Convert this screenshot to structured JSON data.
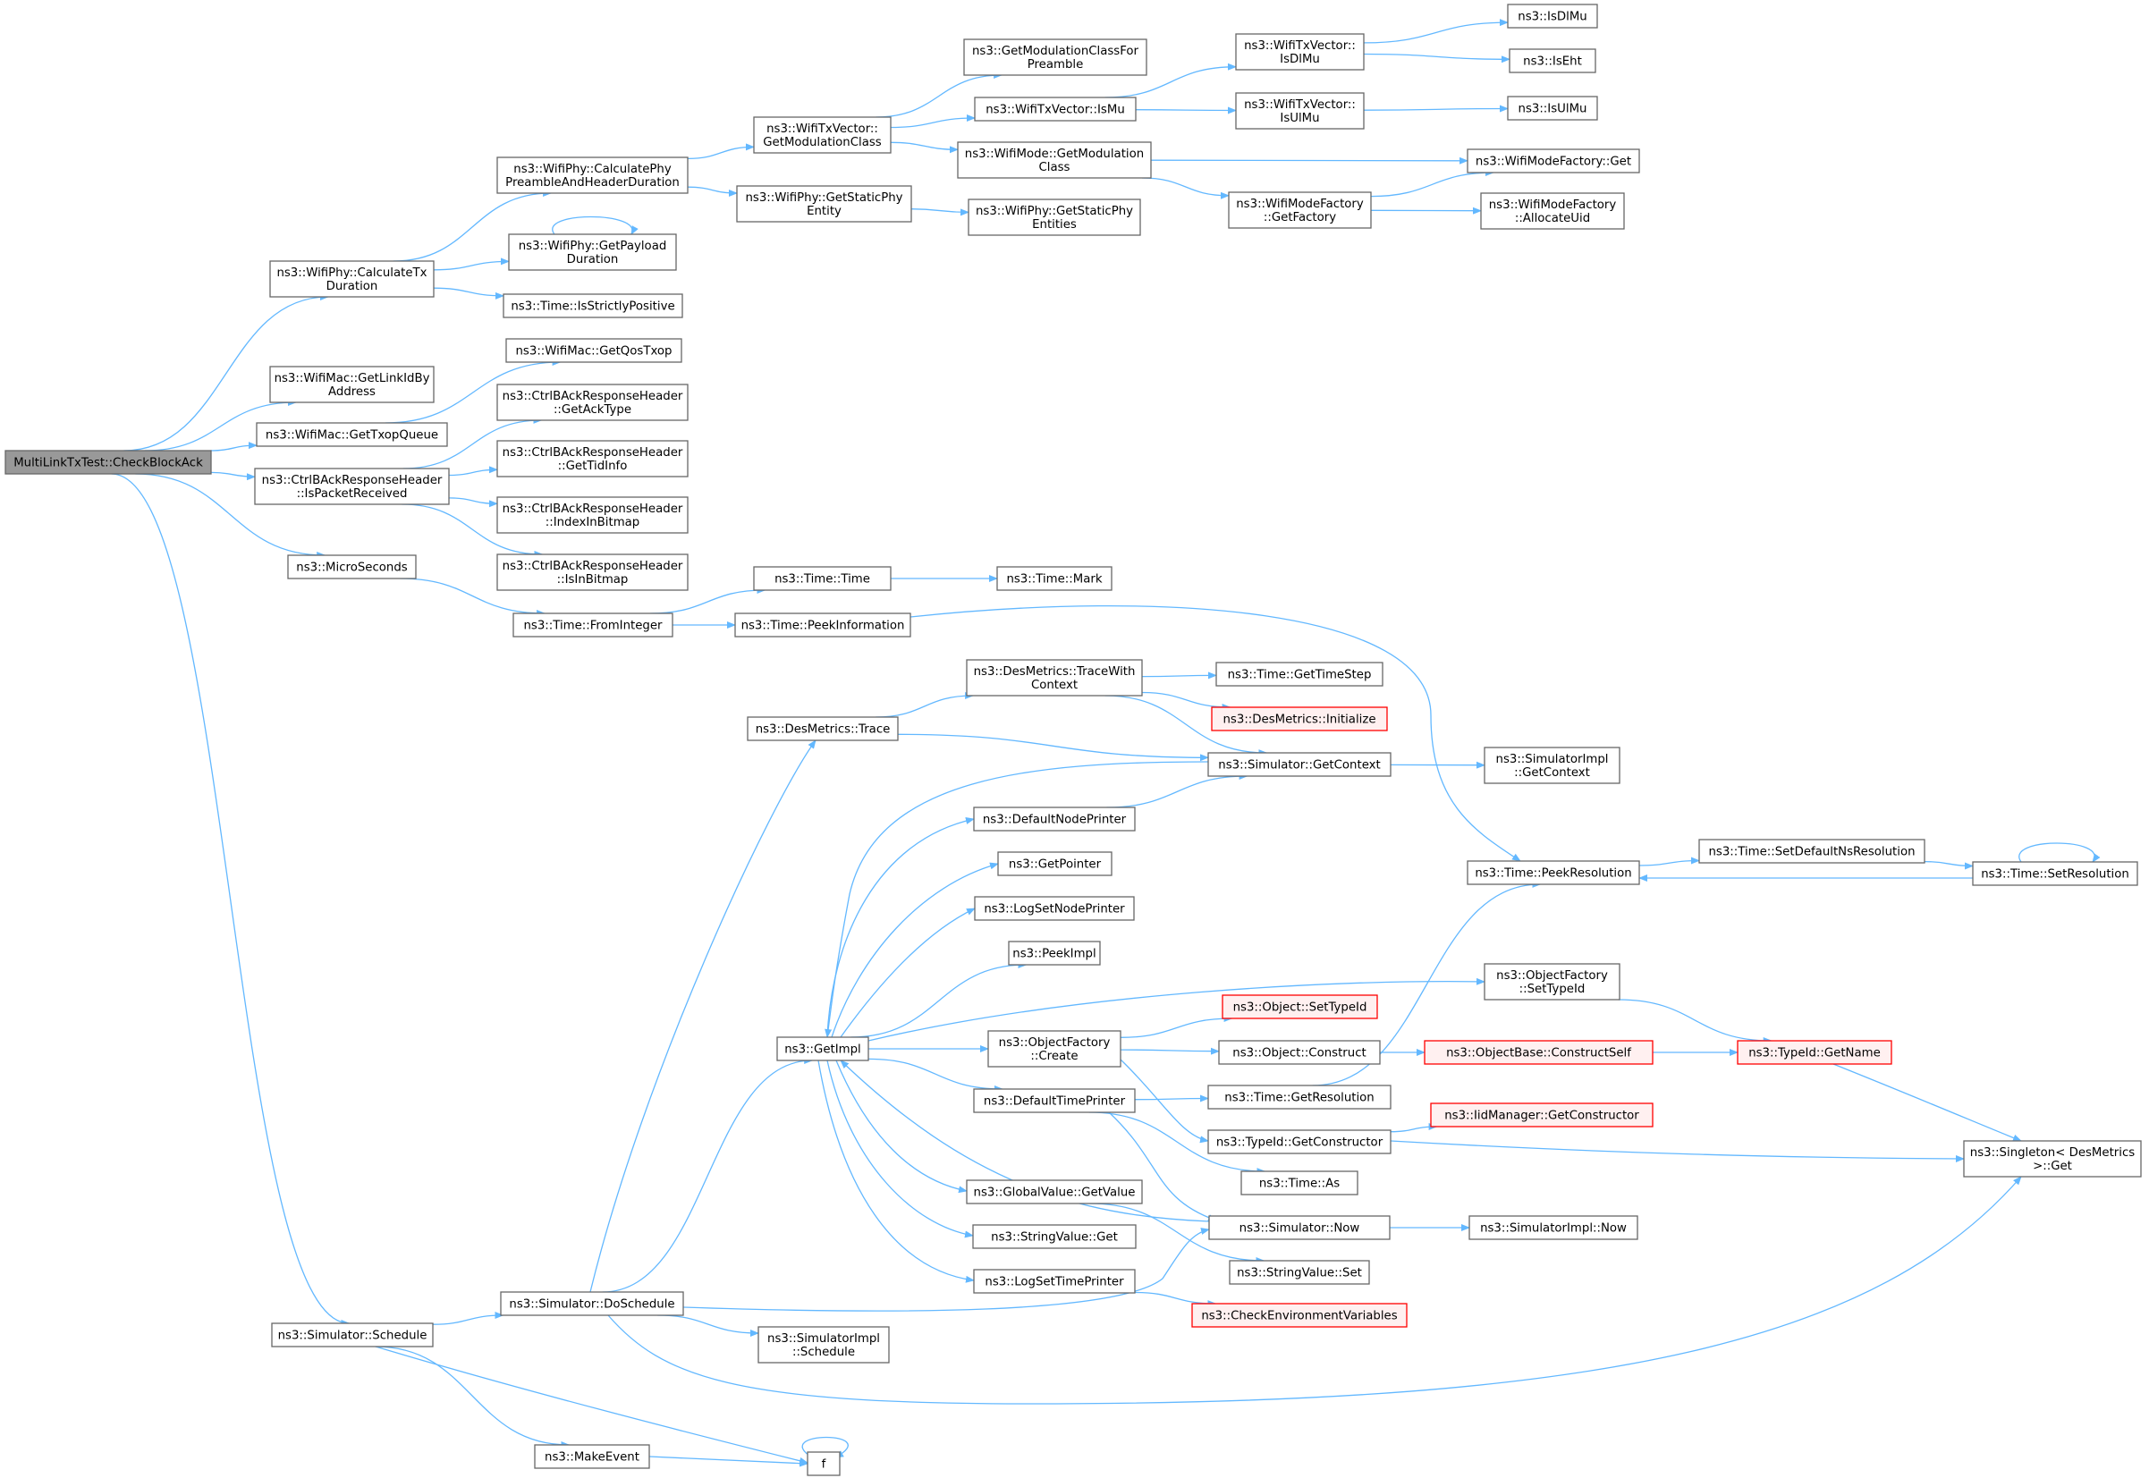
{
  "graph": {
    "colors": {
      "edge": "#63b8ff",
      "node_border": "#666666",
      "node_fill": "#ffffff",
      "root_fill": "#999999",
      "truncated_border": "#ff0000",
      "truncated_fill": "#fff0f0",
      "text": "#000000"
    },
    "nodes": [
      {
        "id": "root",
        "lines": [
          "MultiLinkTxTest::CheckBlockAck"
        ],
        "kind": "root"
      },
      {
        "id": "calcTxDur",
        "lines": [
          "ns3::WifiPhy::CalculateTx",
          "Duration"
        ]
      },
      {
        "id": "getLinkId",
        "lines": [
          "ns3::WifiMac::GetLinkIdBy",
          "Address"
        ]
      },
      {
        "id": "getTxopQueue",
        "lines": [
          "ns3::WifiMac::GetTxopQueue"
        ]
      },
      {
        "id": "isPktRecv",
        "lines": [
          "ns3::CtrlBAckResponseHeader",
          "::IsPacketReceived"
        ]
      },
      {
        "id": "microSec",
        "lines": [
          "ns3::MicroSeconds"
        ]
      },
      {
        "id": "schedule",
        "lines": [
          "ns3::Simulator::Schedule"
        ]
      },
      {
        "id": "calcPhyPre",
        "lines": [
          "ns3::WifiPhy::CalculatePhy",
          "PreambleAndHeaderDuration"
        ]
      },
      {
        "id": "getPayload",
        "lines": [
          "ns3::WifiPhy::GetPayload",
          "Duration"
        ]
      },
      {
        "id": "isStrictPos",
        "lines": [
          "ns3::Time::IsStrictlyPositive"
        ]
      },
      {
        "id": "getQosTxop",
        "lines": [
          "ns3::WifiMac::GetQosTxop"
        ]
      },
      {
        "id": "getAckType",
        "lines": [
          "ns3::CtrlBAckResponseHeader",
          "::GetAckType"
        ]
      },
      {
        "id": "getTidInfo",
        "lines": [
          "ns3::CtrlBAckResponseHeader",
          "::GetTidInfo"
        ]
      },
      {
        "id": "indexInBitmap",
        "lines": [
          "ns3::CtrlBAckResponseHeader",
          "::IndexInBitmap"
        ]
      },
      {
        "id": "isInBitmap",
        "lines": [
          "ns3::CtrlBAckResponseHeader",
          "::IsInBitmap"
        ]
      },
      {
        "id": "fromInteger",
        "lines": [
          "ns3::Time::FromInteger"
        ]
      },
      {
        "id": "doSchedule",
        "lines": [
          "ns3::Simulator::DoSchedule"
        ]
      },
      {
        "id": "makeEvent",
        "lines": [
          "ns3::MakeEvent"
        ]
      },
      {
        "id": "f",
        "lines": [
          "f"
        ]
      },
      {
        "id": "getModClass",
        "lines": [
          "ns3::WifiTxVector::",
          "GetModulationClass"
        ]
      },
      {
        "id": "getStaticPhyEntity",
        "lines": [
          "ns3::WifiPhy::GetStaticPhy",
          "Entity"
        ]
      },
      {
        "id": "timeTime",
        "lines": [
          "ns3::Time::Time"
        ]
      },
      {
        "id": "peekInfo",
        "lines": [
          "ns3::Time::PeekInformation"
        ]
      },
      {
        "id": "desTrace",
        "lines": [
          "ns3::DesMetrics::Trace"
        ]
      },
      {
        "id": "getImpl",
        "lines": [
          "ns3::GetImpl"
        ]
      },
      {
        "id": "simImplSchedule",
        "lines": [
          "ns3::SimulatorImpl",
          "::Schedule"
        ]
      },
      {
        "id": "getModClassForPre",
        "lines": [
          "ns3::GetModulationClassFor",
          "Preamble"
        ]
      },
      {
        "id": "isMu",
        "lines": [
          "ns3::WifiTxVector::IsMu"
        ]
      },
      {
        "id": "wifiModeGetMod",
        "lines": [
          "ns3::WifiMode::GetModulation",
          "Class"
        ]
      },
      {
        "id": "getStaticPhyEntities",
        "lines": [
          "ns3::WifiPhy::GetStaticPhy",
          "Entities"
        ]
      },
      {
        "id": "timeMark",
        "lines": [
          "ns3::Time::Mark"
        ]
      },
      {
        "id": "traceWithCtx",
        "lines": [
          "ns3::DesMetrics::TraceWith",
          "Context"
        ]
      },
      {
        "id": "defNodePrinter",
        "lines": [
          "ns3::DefaultNodePrinter"
        ]
      },
      {
        "id": "getPointer",
        "lines": [
          "ns3::GetPointer"
        ]
      },
      {
        "id": "logSetNodePrinter",
        "lines": [
          "ns3::LogSetNodePrinter"
        ]
      },
      {
        "id": "peekImpl",
        "lines": [
          "ns3::PeekImpl"
        ]
      },
      {
        "id": "objFactoryCreate",
        "lines": [
          "ns3::ObjectFactory",
          "::Create"
        ]
      },
      {
        "id": "defTimePrinter",
        "lines": [
          "ns3::DefaultTimePrinter"
        ]
      },
      {
        "id": "globalValueGet",
        "lines": [
          "ns3::GlobalValue::GetValue"
        ]
      },
      {
        "id": "stringValueGet",
        "lines": [
          "ns3::StringValue::Get"
        ]
      },
      {
        "id": "logSetTimePrinter",
        "lines": [
          "ns3::LogSetTimePrinter"
        ]
      },
      {
        "id": "txvIsDlMu",
        "lines": [
          "ns3::WifiTxVector::",
          "IsDlMu"
        ]
      },
      {
        "id": "txvIsUlMu",
        "lines": [
          "ns3::WifiTxVector::",
          "IsUlMu"
        ]
      },
      {
        "id": "modeFactoryGetFactory",
        "lines": [
          "ns3::WifiModeFactory",
          "::GetFactory"
        ]
      },
      {
        "id": "timeGetTimeStep",
        "lines": [
          "ns3::Time::GetTimeStep"
        ]
      },
      {
        "id": "desInit",
        "lines": [
          "ns3::DesMetrics::Initialize"
        ],
        "kind": "truncated"
      },
      {
        "id": "simGetContext",
        "lines": [
          "ns3::Simulator::GetContext"
        ]
      },
      {
        "id": "objSetTypeId",
        "lines": [
          "ns3::Object::SetTypeId"
        ],
        "kind": "truncated"
      },
      {
        "id": "objConstruct",
        "lines": [
          "ns3::Object::Construct"
        ]
      },
      {
        "id": "timeGetRes",
        "lines": [
          "ns3::Time::GetResolution"
        ]
      },
      {
        "id": "typeIdGetCtor",
        "lines": [
          "ns3::TypeId::GetConstructor"
        ]
      },
      {
        "id": "timeAs",
        "lines": [
          "ns3::Time::As"
        ]
      },
      {
        "id": "simNow",
        "lines": [
          "ns3::Simulator::Now"
        ]
      },
      {
        "id": "stringValueSet",
        "lines": [
          "ns3::StringValue::Set"
        ]
      },
      {
        "id": "checkEnvVars",
        "lines": [
          "ns3::CheckEnvironmentVariables"
        ],
        "kind": "truncated"
      },
      {
        "id": "isDlMu",
        "lines": [
          "ns3::IsDlMu"
        ]
      },
      {
        "id": "isEht",
        "lines": [
          "ns3::IsEht"
        ]
      },
      {
        "id": "isUlMu",
        "lines": [
          "ns3::IsUlMu"
        ]
      },
      {
        "id": "modeFactoryGet",
        "lines": [
          "ns3::WifiModeFactory::Get"
        ]
      },
      {
        "id": "allocateUid",
        "lines": [
          "ns3::WifiModeFactory",
          "::AllocateUid"
        ]
      },
      {
        "id": "simImplGetContext",
        "lines": [
          "ns3::SimulatorImpl",
          "::GetContext"
        ]
      },
      {
        "id": "peekResolution",
        "lines": [
          "ns3::Time::PeekResolution"
        ]
      },
      {
        "id": "objFactorySetTypeId",
        "lines": [
          "ns3::ObjectFactory",
          "::SetTypeId"
        ]
      },
      {
        "id": "objBaseConstructSelf",
        "lines": [
          "ns3::ObjectBase::ConstructSelf"
        ],
        "kind": "truncated"
      },
      {
        "id": "iidMgrGetCtor",
        "lines": [
          "ns3::IidManager::GetConstructor"
        ],
        "kind": "truncated"
      },
      {
        "id": "simImplNow",
        "lines": [
          "ns3::SimulatorImpl::Now"
        ]
      },
      {
        "id": "setDefaultNsRes",
        "lines": [
          "ns3::Time::SetDefaultNsResolution"
        ]
      },
      {
        "id": "setResolution",
        "lines": [
          "ns3::Time::SetResolution"
        ]
      },
      {
        "id": "typeIdGetName",
        "lines": [
          "ns3::TypeId::GetName"
        ],
        "kind": "truncated"
      },
      {
        "id": "singletonGet",
        "lines": [
          "ns3::Singleton< DesMetrics",
          " >::Get"
        ]
      }
    ],
    "edges": [
      {
        "from": "root",
        "to": "calcTxDur"
      },
      {
        "from": "root",
        "to": "getLinkId"
      },
      {
        "from": "root",
        "to": "getTxopQueue"
      },
      {
        "from": "root",
        "to": "isPktRecv"
      },
      {
        "from": "root",
        "to": "microSec"
      },
      {
        "from": "root",
        "to": "schedule"
      },
      {
        "from": "calcTxDur",
        "to": "calcPhyPre"
      },
      {
        "from": "calcTxDur",
        "to": "getPayload"
      },
      {
        "from": "calcTxDur",
        "to": "isStrictPos"
      },
      {
        "from": "getPayload",
        "to": "getPayload"
      },
      {
        "from": "getTxopQueue",
        "to": "getQosTxop"
      },
      {
        "from": "isPktRecv",
        "to": "getAckType"
      },
      {
        "from": "isPktRecv",
        "to": "getTidInfo"
      },
      {
        "from": "isPktRecv",
        "to": "indexInBitmap"
      },
      {
        "from": "isPktRecv",
        "to": "isInBitmap"
      },
      {
        "from": "microSec",
        "to": "fromInteger"
      },
      {
        "from": "schedule",
        "to": "doSchedule"
      },
      {
        "from": "schedule",
        "to": "makeEvent"
      },
      {
        "from": "schedule",
        "to": "f"
      },
      {
        "from": "makeEvent",
        "to": "f"
      },
      {
        "from": "f",
        "to": "f"
      },
      {
        "from": "calcPhyPre",
        "to": "getModClass"
      },
      {
        "from": "calcPhyPre",
        "to": "getStaticPhyEntity"
      },
      {
        "from": "getModClass",
        "to": "getModClassForPre"
      },
      {
        "from": "getModClass",
        "to": "isMu"
      },
      {
        "from": "getModClass",
        "to": "wifiModeGetMod"
      },
      {
        "from": "getStaticPhyEntity",
        "to": "getStaticPhyEntities"
      },
      {
        "from": "isMu",
        "to": "txvIsDlMu"
      },
      {
        "from": "isMu",
        "to": "txvIsUlMu"
      },
      {
        "from": "txvIsDlMu",
        "to": "isDlMu"
      },
      {
        "from": "txvIsDlMu",
        "to": "isEht"
      },
      {
        "from": "txvIsUlMu",
        "to": "isUlMu"
      },
      {
        "from": "wifiModeGetMod",
        "to": "modeFactoryGet"
      },
      {
        "from": "wifiModeGetMod",
        "to": "modeFactoryGetFactory"
      },
      {
        "from": "modeFactoryGetFactory",
        "to": "modeFactoryGet"
      },
      {
        "from": "modeFactoryGetFactory",
        "to": "allocateUid"
      },
      {
        "from": "fromInteger",
        "to": "timeTime"
      },
      {
        "from": "fromInteger",
        "to": "peekInfo"
      },
      {
        "from": "timeTime",
        "to": "timeMark"
      },
      {
        "from": "peekInfo",
        "to": "peekResolution"
      },
      {
        "from": "doSchedule",
        "to": "desTrace"
      },
      {
        "from": "doSchedule",
        "to": "getImpl"
      },
      {
        "from": "doSchedule",
        "to": "simImplSchedule"
      },
      {
        "from": "doSchedule",
        "to": "simNow"
      },
      {
        "from": "doSchedule",
        "to": "singletonGet"
      },
      {
        "from": "desTrace",
        "to": "traceWithCtx"
      },
      {
        "from": "desTrace",
        "to": "simGetContext"
      },
      {
        "from": "traceWithCtx",
        "to": "timeGetTimeStep"
      },
      {
        "from": "traceWithCtx",
        "to": "desInit"
      },
      {
        "from": "traceWithCtx",
        "to": "simGetContext"
      },
      {
        "from": "simGetContext",
        "to": "simImplGetContext"
      },
      {
        "from": "simGetContext",
        "to": "getImpl"
      },
      {
        "from": "getImpl",
        "to": "defNodePrinter"
      },
      {
        "from": "getImpl",
        "to": "getPointer"
      },
      {
        "from": "getImpl",
        "to": "logSetNodePrinter"
      },
      {
        "from": "getImpl",
        "to": "peekImpl"
      },
      {
        "from": "getImpl",
        "to": "objFactorySetTypeId"
      },
      {
        "from": "getImpl",
        "to": "objFactoryCreate"
      },
      {
        "from": "getImpl",
        "to": "defTimePrinter"
      },
      {
        "from": "getImpl",
        "to": "globalValueGet"
      },
      {
        "from": "getImpl",
        "to": "stringValueGet"
      },
      {
        "from": "getImpl",
        "to": "logSetTimePrinter"
      },
      {
        "from": "defNodePrinter",
        "to": "simGetContext"
      },
      {
        "from": "simNow",
        "to": "getImpl"
      },
      {
        "from": "simNow",
        "to": "simImplNow"
      },
      {
        "from": "objFactoryCreate",
        "to": "objSetTypeId"
      },
      {
        "from": "objFactoryCreate",
        "to": "objConstruct"
      },
      {
        "from": "objFactoryCreate",
        "to": "typeIdGetCtor"
      },
      {
        "from": "defTimePrinter",
        "to": "timeGetRes"
      },
      {
        "from": "defTimePrinter",
        "to": "timeAs"
      },
      {
        "from": "defTimePrinter",
        "to": "simNow"
      },
      {
        "from": "globalValueGet",
        "to": "stringValueSet"
      },
      {
        "from": "logSetTimePrinter",
        "to": "checkEnvVars"
      },
      {
        "from": "objConstruct",
        "to": "objBaseConstructSelf"
      },
      {
        "from": "objBaseConstructSelf",
        "to": "typeIdGetName"
      },
      {
        "from": "timeGetRes",
        "to": "peekResolution"
      },
      {
        "from": "typeIdGetCtor",
        "to": "iidMgrGetCtor"
      },
      {
        "from": "typeIdGetCtor",
        "to": "singletonGet"
      },
      {
        "from": "objFactorySetTypeId",
        "to": "typeIdGetName"
      },
      {
        "from": "typeIdGetName",
        "to": "singletonGet"
      },
      {
        "from": "peekResolution",
        "to": "setDefaultNsRes"
      },
      {
        "from": "setDefaultNsRes",
        "to": "setResolution"
      },
      {
        "from": "setResolution",
        "to": "setResolution"
      },
      {
        "from": "setResolution",
        "to": "peekResolution"
      }
    ]
  }
}
